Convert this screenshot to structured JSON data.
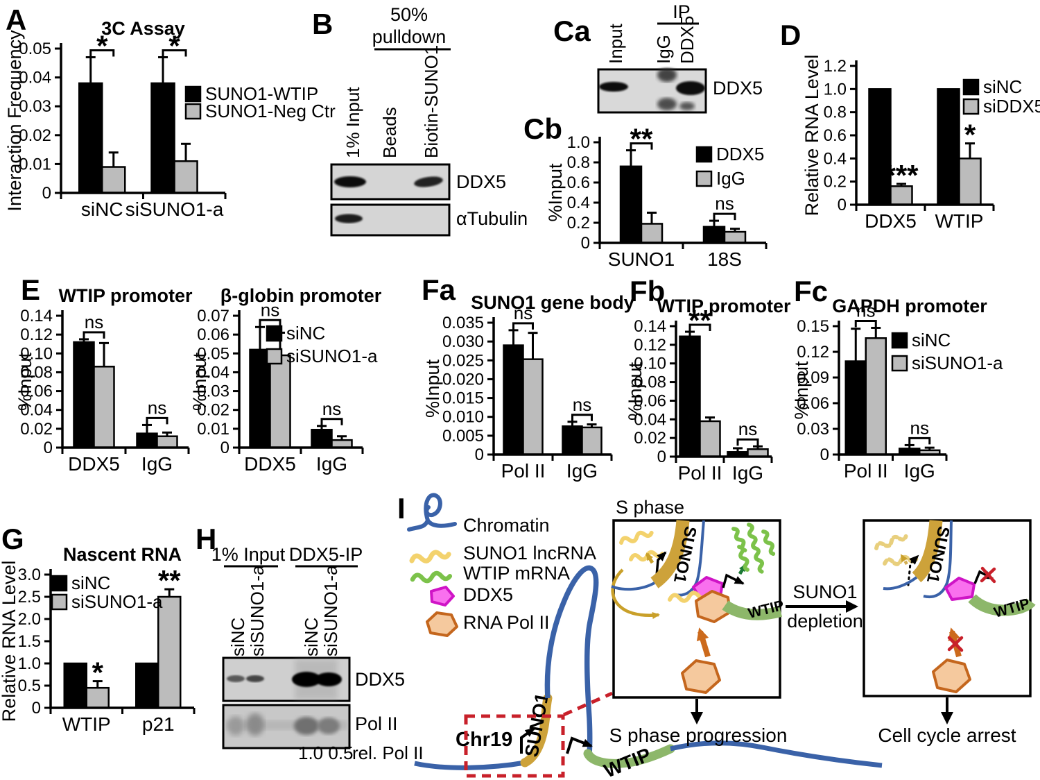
{
  "panel_labels": {
    "A": "A",
    "B": "B",
    "Ca": "Ca",
    "Cb": "Cb",
    "D": "D",
    "E": "E",
    "Fa": "Fa",
    "Fb": "Fb",
    "Fc": "Fc",
    "G": "G",
    "H": "H",
    "I": "I"
  },
  "blots": {
    "B": {
      "header_line1": "50%",
      "header_line2": "pulldown",
      "lanes": [
        "1% Input",
        "Beads",
        "Biotin-SUNO1"
      ],
      "band_labels": [
        "DDX5",
        "αTubulin"
      ]
    },
    "Ca": {
      "header": "IP",
      "lanes": [
        "Input",
        "IgG",
        "DDX5"
      ],
      "band_labels": [
        "DDX5"
      ]
    },
    "H": {
      "group_labels": [
        "1% Input",
        "DDX5-IP"
      ],
      "lanes": [
        "siNC",
        "siSUNO1-a",
        "siNC",
        "siSUNO1-a"
      ],
      "band_labels": [
        "DDX5",
        "Pol II"
      ],
      "quant_values": "1.0 0.5",
      "quant_label": "rel. Pol II"
    }
  },
  "diagram": {
    "legend_items": [
      "Chromatin",
      "SUNO1 lncRNA",
      "WTIP mRNA",
      "DDX5",
      "RNA Pol II"
    ],
    "chromosome_label": "Chr19",
    "gene1_label": "SUNO1",
    "gene2_label": "WTIP",
    "box1_title": "S phase",
    "box1_gene1": "SUNO1",
    "box1_gene2": "WTIP",
    "box1_caption": "S phase progression",
    "transition_line1": "SUNO1",
    "transition_line2": "depletion",
    "box2_gene1": "SUNO1",
    "box2_gene2": "WTIP",
    "box2_caption": "Cell cycle arrest",
    "colors": {
      "chromatin": "#3a62a8",
      "suno1-rna": "#f3d26d",
      "suno1-gene": "#cda23a",
      "wtip-gene": "#8db76a",
      "wtip-rna": "#7cc24a",
      "ddx5-fill": "#f970ee",
      "ddx5-stroke": "#cf14c6",
      "polii-fill": "#f5c99e",
      "polii-stroke": "#c4661d",
      "accent-red": "#c8202a"
    }
  },
  "chart_data": [
    {
      "id": "A",
      "type": "bar",
      "title": "3C Assay",
      "ylabel": "Interaction Frequency",
      "ylim": [
        0,
        0.05
      ],
      "ystep": 0.01,
      "ydec": 2,
      "categories": [
        "siNC",
        "siSUNO1-a"
      ],
      "series": [
        {
          "name": "SUNO1-WTIP",
          "color": "#000000",
          "values": [
            0.038,
            0.038
          ],
          "errors": [
            0.009,
            0.009
          ]
        },
        {
          "name": "SUNO1-Neg Ctr",
          "color": "#bcbcbc",
          "values": [
            0.009,
            0.011
          ],
          "errors": [
            0.005,
            0.006
          ]
        }
      ],
      "sig": [
        {
          "group": 0,
          "label": "*",
          "style": "bracket"
        },
        {
          "group": 1,
          "label": "*",
          "style": "bracket"
        }
      ],
      "legend": true
    },
    {
      "id": "Cb",
      "type": "bar",
      "title": "",
      "ylabel": "%Input",
      "ylim": [
        0,
        1.0
      ],
      "ystep": 0.2,
      "ydec": 1,
      "categories": [
        "SUNO1",
        "18S"
      ],
      "series": [
        {
          "name": "DDX5",
          "color": "#000000",
          "values": [
            0.76,
            0.16
          ],
          "errors": [
            0.16,
            0.06
          ]
        },
        {
          "name": "IgG",
          "color": "#bcbcbc",
          "values": [
            0.19,
            0.11
          ],
          "errors": [
            0.11,
            0.03
          ]
        }
      ],
      "sig": [
        {
          "group": 0,
          "label": "**",
          "style": "bracket"
        },
        {
          "group": 1,
          "label": "ns",
          "style": "bracket"
        }
      ],
      "legend": true
    },
    {
      "id": "D",
      "type": "bar",
      "title": "",
      "ylabel": "Relative RNA Level",
      "ylim": [
        0,
        1.2
      ],
      "ystep": 0.2,
      "ydec": 1,
      "categories": [
        "DDX5",
        "WTIP"
      ],
      "series": [
        {
          "name": "siNC",
          "color": "#000000",
          "values": [
            1.0,
            1.0
          ],
          "errors": [
            0,
            0
          ]
        },
        {
          "name": "siDDX5",
          "color": "#bcbcbc",
          "values": [
            0.16,
            0.4
          ],
          "errors": [
            0.02,
            0.13
          ]
        }
      ],
      "sig": [
        {
          "group": 0,
          "label": "***",
          "style": "over"
        },
        {
          "group": 1,
          "label": "*",
          "style": "over"
        }
      ],
      "legend": true
    },
    {
      "id": "E1",
      "type": "bar",
      "title": "WTIP promoter",
      "ylabel": "%Input",
      "ylim": [
        0,
        0.14
      ],
      "ystep": 0.02,
      "ydec": 2,
      "categories": [
        "DDX5",
        "IgG"
      ],
      "series": [
        {
          "name": "siNC",
          "color": "#000000",
          "values": [
            0.112,
            0.015
          ],
          "errors": [
            0.003,
            0.009
          ]
        },
        {
          "name": "siSUNO1-a",
          "color": "#bcbcbc",
          "values": [
            0.086,
            0.012
          ],
          "errors": [
            0.025,
            0.004
          ]
        }
      ],
      "sig": [
        {
          "group": 0,
          "label": "ns",
          "style": "bracket"
        },
        {
          "group": 1,
          "label": "ns",
          "style": "bracket"
        }
      ],
      "legend": false
    },
    {
      "id": "E2",
      "type": "bar",
      "title": "β-globin promoter",
      "ylabel": "%Input",
      "ylim": [
        0,
        0.07
      ],
      "ystep": 0.01,
      "ydec": 2,
      "categories": [
        "DDX5",
        "IgG"
      ],
      "series": [
        {
          "name": "siNC",
          "color": "#000000",
          "values": [
            0.052,
            0.0095
          ],
          "errors": [
            0.012,
            0.002
          ]
        },
        {
          "name": "siSUNO1-a",
          "color": "#bcbcbc",
          "values": [
            0.049,
            0.004
          ],
          "errors": [
            0.012,
            0.002
          ]
        }
      ],
      "sig": [
        {
          "group": 0,
          "label": "ns",
          "style": "bracket"
        },
        {
          "group": 1,
          "label": "ns",
          "style": "bracket"
        }
      ],
      "legend": true
    },
    {
      "id": "Fa",
      "type": "bar",
      "title": "SUNO1 gene body",
      "ylabel": "%Input",
      "ylim": [
        0,
        0.035
      ],
      "ystep": 0.005,
      "ydec": 3,
      "categories": [
        "Pol II",
        "IgG"
      ],
      "series": [
        {
          "name": "siNC",
          "color": "#000000",
          "values": [
            0.029,
            0.0075
          ],
          "errors": [
            0.004,
            0.0012
          ]
        },
        {
          "name": "siSUNO1-a",
          "color": "#bcbcbc",
          "values": [
            0.0253,
            0.0072
          ],
          "errors": [
            0.007,
            0.0008
          ]
        }
      ],
      "sig": [
        {
          "group": 0,
          "label": "ns",
          "style": "bracket"
        },
        {
          "group": 1,
          "label": "ns",
          "style": "bracket"
        }
      ],
      "legend": false
    },
    {
      "id": "Fb",
      "type": "bar",
      "title": "WTIP promoter",
      "ylabel": "%Input",
      "ylim": [
        0,
        0.14
      ],
      "ystep": 0.02,
      "ydec": 2,
      "categories": [
        "Pol II",
        "IgG"
      ],
      "series": [
        {
          "name": "siNC",
          "color": "#000000",
          "values": [
            0.129,
            0.005
          ],
          "errors": [
            0.005,
            0.004
          ]
        },
        {
          "name": "siSUNO1-a",
          "color": "#bcbcbc",
          "values": [
            0.038,
            0.008
          ],
          "errors": [
            0.004,
            0.003
          ]
        }
      ],
      "sig": [
        {
          "group": 0,
          "label": "**",
          "style": "bracket"
        },
        {
          "group": 1,
          "label": "ns",
          "style": "bracket"
        }
      ],
      "legend": false
    },
    {
      "id": "Fc",
      "type": "bar",
      "title": "GAPDH promoter",
      "ylabel": "%Input",
      "ylim": [
        0,
        0.15
      ],
      "ystep": 0.03,
      "ydec": 2,
      "categories": [
        "Pol II",
        "IgG"
      ],
      "series": [
        {
          "name": "siNC",
          "color": "#000000",
          "values": [
            0.109,
            0.007
          ],
          "errors": [
            0.038,
            0.004
          ]
        },
        {
          "name": "siSUNO1-a",
          "color": "#bcbcbc",
          "values": [
            0.136,
            0.005
          ],
          "errors": [
            0.012,
            0.003
          ]
        }
      ],
      "sig": [
        {
          "group": 0,
          "label": "ns",
          "style": "bracket"
        },
        {
          "group": 1,
          "label": "ns",
          "style": "bracket"
        }
      ],
      "legend": true
    },
    {
      "id": "G",
      "type": "bar",
      "title": "Nascent RNA",
      "ylabel": "Relative RNA Level",
      "ylim": [
        0,
        3.0
      ],
      "ystep": 0.5,
      "ydec": 1,
      "categories": [
        "WTIP",
        "p21"
      ],
      "series": [
        {
          "name": "siNC",
          "color": "#000000",
          "values": [
            1.0,
            1.0
          ],
          "errors": [
            0,
            0
          ]
        },
        {
          "name": "siSUNO1-a",
          "color": "#bcbcbc",
          "values": [
            0.45,
            2.5
          ],
          "errors": [
            0.15,
            0.17
          ]
        }
      ],
      "sig": [
        {
          "group": 0,
          "label": "*",
          "style": "over"
        },
        {
          "group": 1,
          "label": "**",
          "style": "over"
        }
      ],
      "legend": true
    }
  ]
}
